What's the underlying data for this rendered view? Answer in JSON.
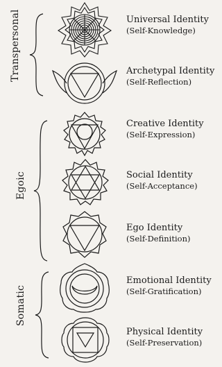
{
  "groups": {
    "transpersonal": "Transpersonal",
    "egoic": "Egoic",
    "somatic": "Somatic"
  },
  "levels": [
    {
      "title": "Universal Identity",
      "subtitle": "(Self-Knowledge)"
    },
    {
      "title": "Archetypal Identity",
      "subtitle": "(Self-Reflection)"
    },
    {
      "title": "Creative Identity",
      "subtitle": "(Self-Expression)"
    },
    {
      "title": "Social Identity",
      "subtitle": "(Self-Acceptance)"
    },
    {
      "title": "Ego Identity",
      "subtitle": "(Self-Definition)"
    },
    {
      "title": "Emotional Identity",
      "subtitle": "(Self-Gratification)"
    },
    {
      "title": "Physical Identity",
      "subtitle": "(Self-Preservation)"
    }
  ],
  "colors": {
    "ink": "#1a1a1a",
    "paper": "#f4f2ee"
  }
}
